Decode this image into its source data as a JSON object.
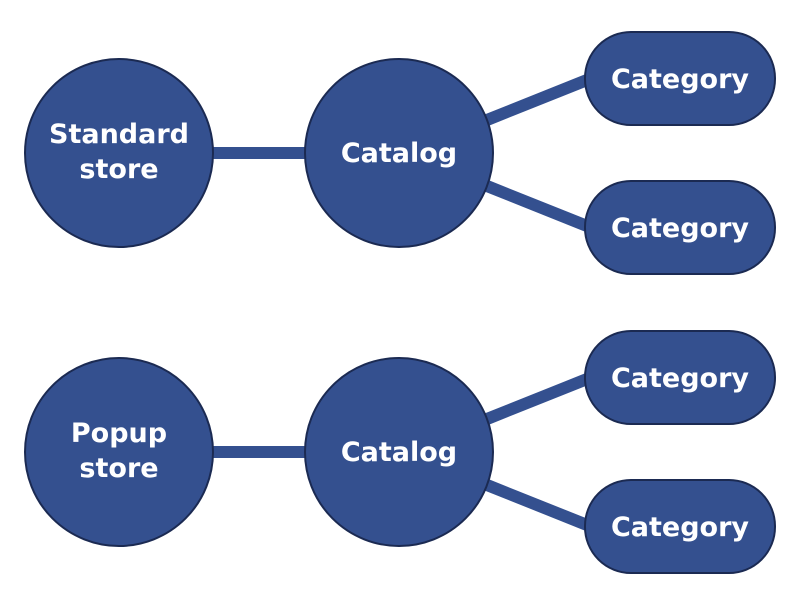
{
  "diagram": {
    "colors": {
      "node_fill": "#34508f",
      "node_stroke": "#1b2a52",
      "edge": "#34508f",
      "text": "#ffffff",
      "background": "#ffffff"
    },
    "groups": [
      {
        "store": [
          "Standard",
          "store"
        ],
        "catalog": "Catalog",
        "categories": [
          "Category",
          "Category"
        ]
      },
      {
        "store": [
          "Popup",
          "store"
        ],
        "catalog": "Catalog",
        "categories": [
          "Category",
          "Category"
        ]
      }
    ]
  }
}
